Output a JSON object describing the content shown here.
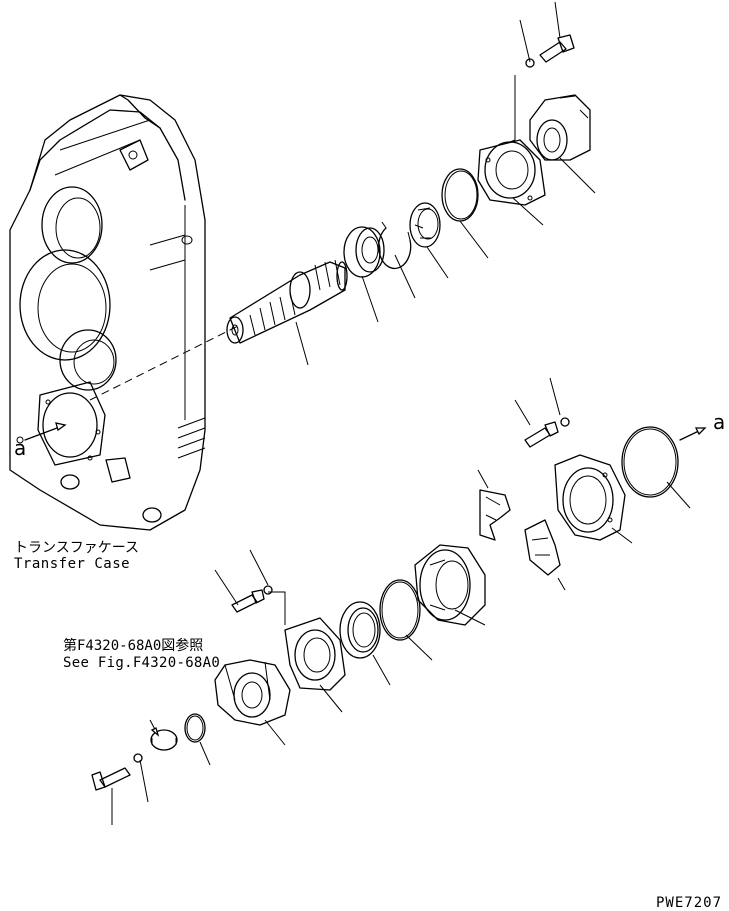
{
  "labels": {
    "transfer_case_jp": "トランスファケース",
    "transfer_case_en": "Transfer Case",
    "ref_jp": "第F4320-68A0図参照",
    "ref_en": "See Fig.F4320-68A0",
    "view_marker_left": "a",
    "view_marker_right": "a",
    "drawing_code": "PWE7207"
  }
}
